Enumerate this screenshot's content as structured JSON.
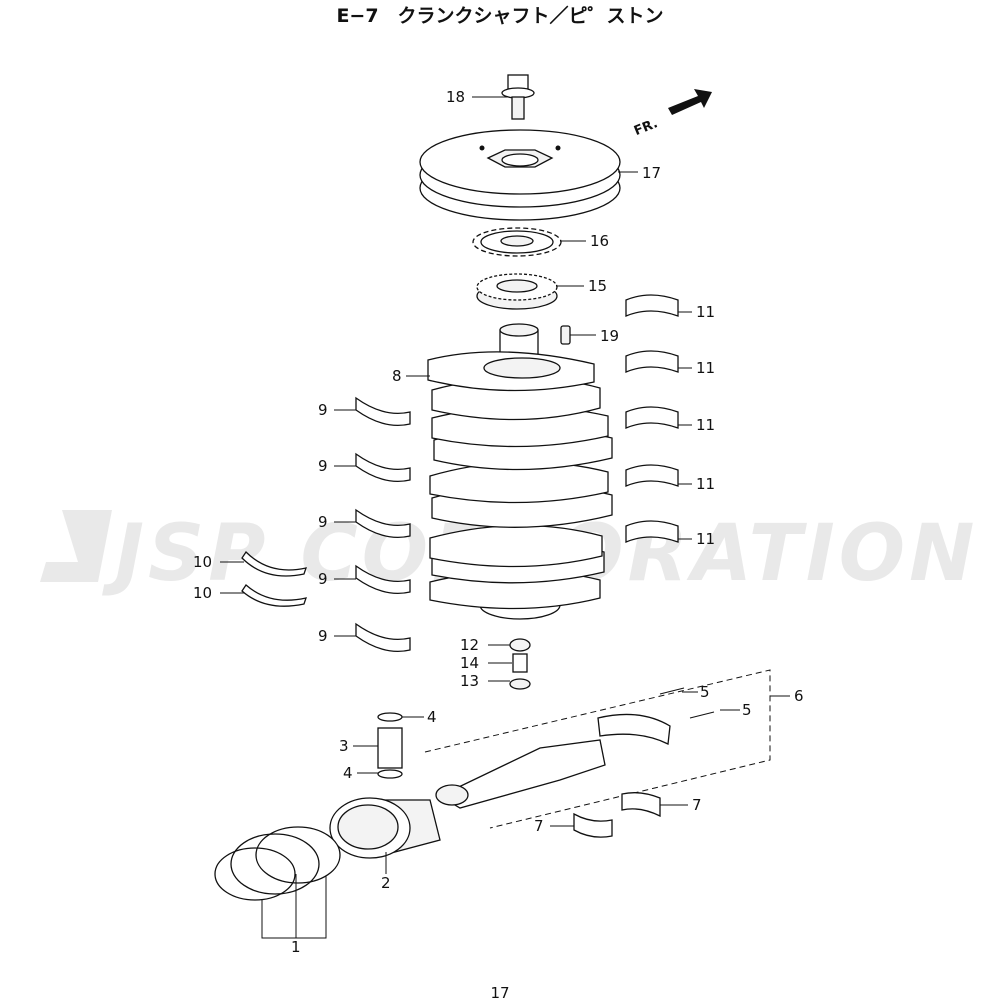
{
  "page": {
    "title": "E−7　クランクシャフト／ピ゜ストン",
    "page_number": "17",
    "watermark": "JSP CORPORATION",
    "front_marker": "FR."
  },
  "callouts": {
    "c18": "18",
    "c17": "17",
    "c16": "16",
    "c15": "15",
    "c19": "19",
    "c8": "8",
    "c11a": "11",
    "c11b": "11",
    "c11c": "11",
    "c11d": "11",
    "c11e": "11",
    "c9a": "9",
    "c9b": "9",
    "c9c": "9",
    "c9d": "9",
    "c9e": "9",
    "c10a": "10",
    "c10b": "10",
    "c12": "12",
    "c14": "14",
    "c13": "13",
    "c4a": "4",
    "c3": "3",
    "c4b": "4",
    "c5a": "5",
    "c5b": "5",
    "c6": "6",
    "c7a": "7",
    "c7b": "7",
    "c2": "2",
    "c1": "1"
  }
}
